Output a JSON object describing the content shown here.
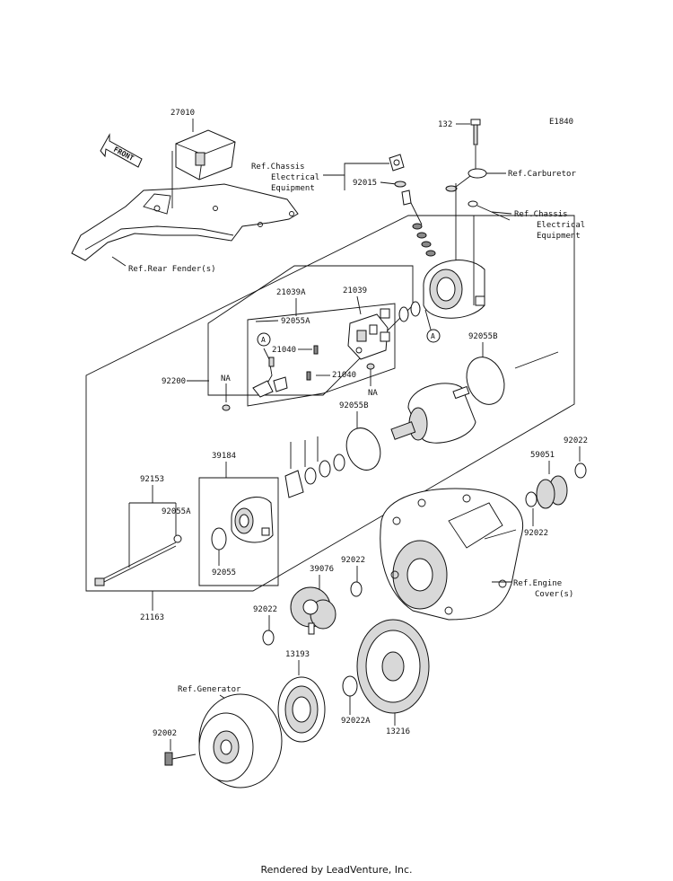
{
  "diagram_code": "E1840",
  "front_arrow": "FRONT",
  "circle_marker": "A",
  "footer": "Rendered by LeadVenture, Inc.",
  "labels": {
    "p27010": "27010",
    "p132": "132",
    "ref_chassis_1": [
      "Ref.Chassis",
      "Electrical",
      "Equipment"
    ],
    "p92015": "92015",
    "ref_carburetor": "Ref.Carburetor",
    "ref_chassis_2": [
      "Ref.Chassis",
      "Electrical",
      "Equipment"
    ],
    "ref_rear_fender": "Ref.Rear Fender(s)",
    "p21039A": "21039A",
    "p21039": "21039",
    "p92055A_top": "92055A",
    "p21040_a": "21040",
    "p21040_b": "21040",
    "p92055B_right": "92055B",
    "p92200": "92200",
    "na_left": "NA",
    "na_right": "NA",
    "p92055B_mid": "92055B",
    "p39184": "39184",
    "p92153": "92153",
    "p92055A_left": "92055A",
    "p92055": "92055",
    "p21163": "21163",
    "p92022_a": "92022",
    "p59051": "59051",
    "p92022_b": "92022",
    "p92022_c": "92022",
    "p39076": "39076",
    "ref_engine_cover": [
      "Ref.Engine",
      "Cover(s)"
    ],
    "p92022_d": "92022",
    "p13193": "13193",
    "ref_generator": "Ref.Generator",
    "p92022A": "92022A",
    "p13216": "13216",
    "p92002": "92002"
  }
}
